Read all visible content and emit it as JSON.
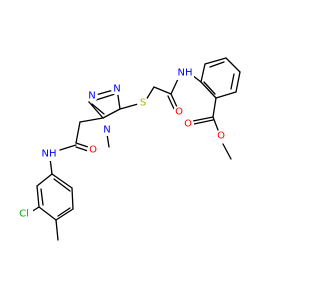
{
  "molecule": {
    "atoms": {
      "N_triazole_1": {
        "text": "N",
        "color": "#0000ff"
      },
      "N_triazole_2": {
        "text": "N",
        "color": "#0000ff"
      },
      "N_triazole_4": {
        "text": "N",
        "color": "#0000ff"
      },
      "S_thioether": {
        "text": "S",
        "color": "#b2b200"
      },
      "NH_benzamide": {
        "text": "NH",
        "color": "#0000ff"
      },
      "NH_anilide": {
        "text": "NH",
        "color": "#0000ff"
      },
      "O_amide_right": {
        "text": "O",
        "color": "#ff0000"
      },
      "O_amide_left": {
        "text": "O",
        "color": "#ff0000"
      },
      "O_ester_carbonyl": {
        "text": "O",
        "color": "#ff0000"
      },
      "O_ester_ether": {
        "text": "O",
        "color": "#ff0000"
      },
      "Cl": {
        "text": "Cl",
        "color": "#00b200"
      }
    },
    "colors": {
      "bond": "#000000",
      "background": "#ffffff"
    }
  }
}
